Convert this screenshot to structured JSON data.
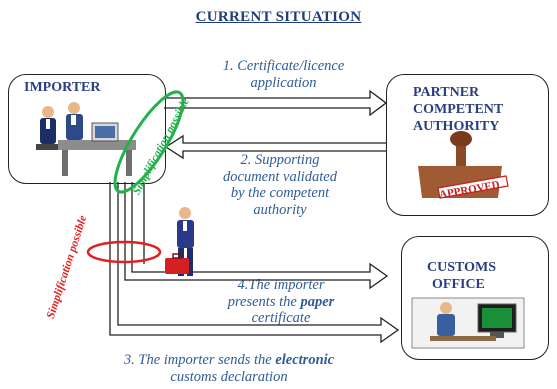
{
  "title": "CURRENT SITUATION",
  "actors": {
    "importer": "IMPORTER",
    "partner_line1": "PARTNER",
    "partner_line2": "COMPETENT",
    "partner_line3": "AUTHORITY",
    "customs_line1": "CUSTOMS",
    "customs_line2": "OFFICE"
  },
  "stamp_text": "APPROVED",
  "steps": {
    "step1_line1": "1. Certificate/licence",
    "step1_line2": "application",
    "step2_line1": "2. Supporting",
    "step2_line2": "document  validated",
    "step2_line3": "by the competent",
    "step2_line4": "authority",
    "step4_part1": "4.The importer",
    "step4_part2": "presents the ",
    "step4_bold": "paper",
    "step4_line3": "certificate",
    "step3_part1": "3. The importer sends the ",
    "step3_bold": "electronic",
    "step3_line2": "customs declaration"
  },
  "annotations": {
    "simplification_green": "Simplification possible",
    "simplification_red": "Simplification possible"
  },
  "colors": {
    "title": "#1f3d7a",
    "label": "#2a3f82",
    "step_text": "#2f5c99",
    "green_marker": "#22b14c",
    "red_marker": "#e02020"
  }
}
